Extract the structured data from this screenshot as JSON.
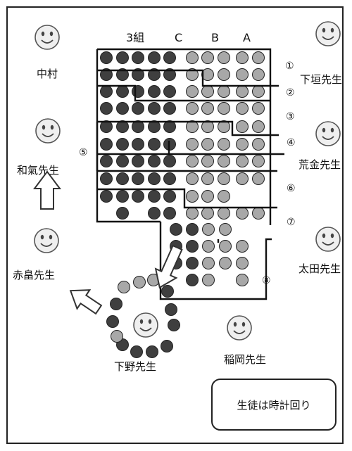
{
  "column_headers": [
    "3組",
    "C",
    "B",
    "A"
  ],
  "teachers": {
    "nakamura": "中村",
    "shimogaki": "下垣先生",
    "wake": "和氣先生",
    "arakane": "荒金先生",
    "akahata": "赤畠先生",
    "ota": "太田先生",
    "shimono": "下野先生",
    "inaoka": "稲岡先生"
  },
  "group_markers": [
    "①",
    "②",
    "③",
    "④",
    "⑤",
    "⑥",
    "⑦",
    "⑧"
  ],
  "note": "生徒は時計回り",
  "icons": [
    "smiley-face-icon",
    "arrow-icon"
  ],
  "colors": {
    "dark_student": "#3f3f3f",
    "light_student": "#a8a8a8",
    "face_fill": "#efefef",
    "stroke": "#111111"
  }
}
